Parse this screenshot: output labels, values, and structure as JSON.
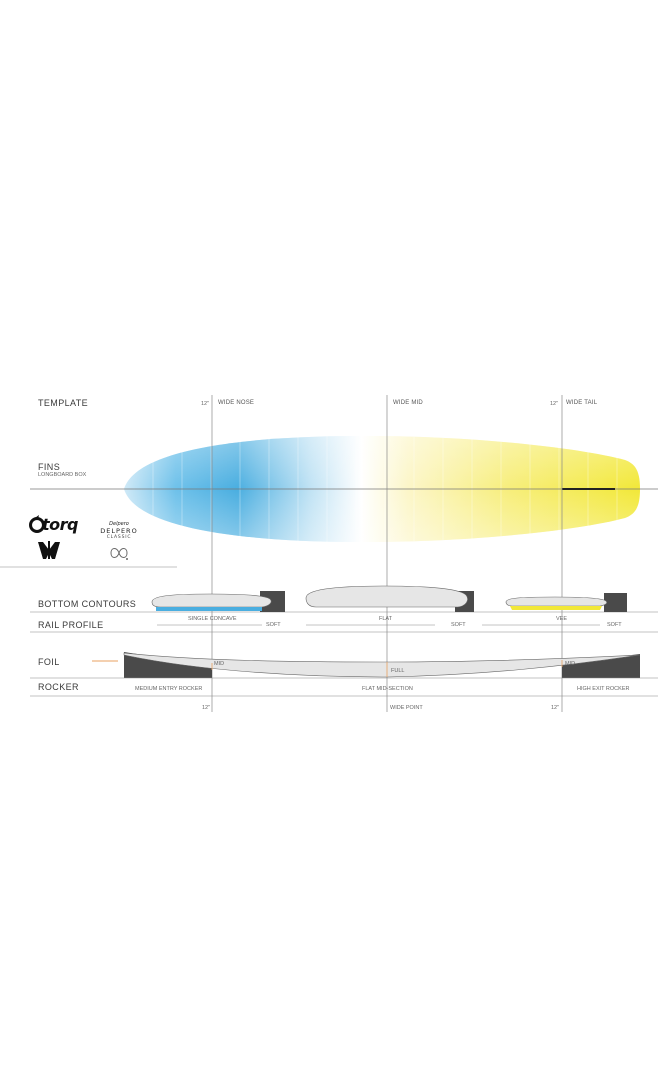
{
  "sections": {
    "template": "TEMPLATE",
    "fins": "FINS",
    "fins_sub": "LONGBOARD BOX",
    "bottom_contours": "BOTTOM CONTOURS",
    "rail_profile": "RAIL PROFILE",
    "foil": "FOIL",
    "rocker": "ROCKER"
  },
  "template_labels": {
    "nose_measure": "12\"",
    "wide_nose": "WIDE NOSE",
    "wide_mid": "WIDE MID",
    "tail_measure": "12\"",
    "wide_tail": "WIDE TAIL"
  },
  "bottom": {
    "nose": "SINGLE CONCAVE",
    "mid": "FLAT",
    "tail": "VEE"
  },
  "rail": {
    "nose": "SOFT",
    "mid": "SOFT",
    "tail": "SOFT"
  },
  "foil": {
    "nose": "MID",
    "mid": "FULL",
    "tail": "MID"
  },
  "rocker": {
    "nose": "MEDIUM ENTRY ROCKER",
    "mid": "FLAT MID-SECTION",
    "tail": "HIGH EXIT ROCKER"
  },
  "bottom_labels": {
    "nose_measure": "12\"",
    "wide_point": "WIDE POINT",
    "tail_measure": "12\""
  },
  "brands": {
    "torq": "torq",
    "delpero_top": "Delpero",
    "delpero": "DELPERO",
    "classic": "CLASSIC"
  },
  "colors": {
    "nose": "#4aaee0",
    "tail": "#f2e838",
    "deck": "#e6e6e6",
    "dark": "#4a4a4a",
    "accent": "#e8a060"
  }
}
